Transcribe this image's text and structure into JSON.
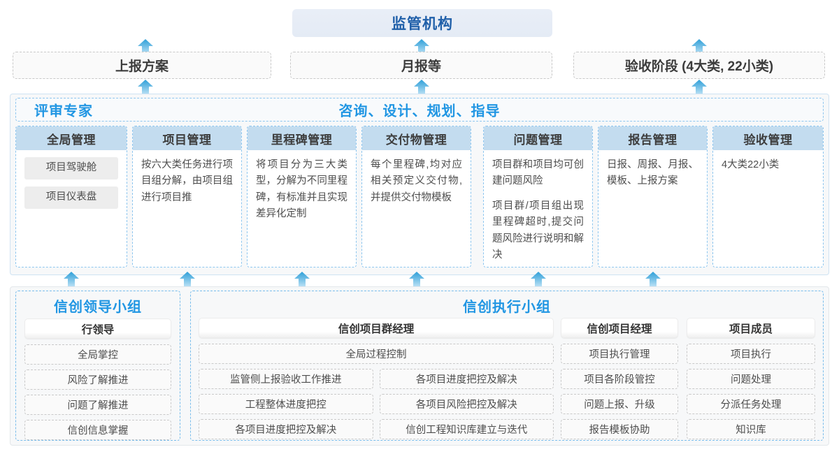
{
  "top": {
    "regulator": "监管机构"
  },
  "submissions": [
    {
      "label": "上报方案"
    },
    {
      "label": "月报等"
    },
    {
      "label": "验收阶段 (4大类, 22小类)"
    }
  ],
  "middle": {
    "header_left": "评审专家",
    "header_center": "咨询、设计、规划、指导",
    "columns": [
      {
        "title": "全局管理",
        "chips": [
          "项目驾驶舱",
          "项目仪表盘"
        ],
        "paragraphs": []
      },
      {
        "title": "项目管理",
        "chips": [],
        "paragraphs": [
          "按六大类任务进行项目组分解，由项目组进行项目推"
        ]
      },
      {
        "title": "里程碑管理",
        "chips": [],
        "paragraphs": [
          "将项目分为三大类型，分解为不同里程碑，有标准并且实现差异化定制"
        ]
      },
      {
        "title": "交付物管理",
        "chips": [],
        "paragraphs": [
          "每个里程碑,均对应相关预定义交付物,并提供交付物模板"
        ]
      },
      {
        "title": "问题管理",
        "chips": [],
        "paragraphs": [
          "项目群和项目均可创建问题风险",
          "项目群/项目组出现里程碑超时,提交问题风险进行说明和解决"
        ]
      },
      {
        "title": "报告管理",
        "chips": [],
        "paragraphs": [
          "日报、周报、月报、模板、上报方案"
        ]
      },
      {
        "title": "验收管理",
        "chips": [],
        "paragraphs": [
          "4大类22小类"
        ]
      }
    ]
  },
  "bottom": {
    "leading_group": {
      "title": "信创领导小组",
      "role": "行领导",
      "items": [
        "全局掌控",
        "风险了解推进",
        "问题了解推进",
        "信创信息掌握"
      ]
    },
    "exec_group": {
      "title": "信创执行小组",
      "program_manager": {
        "role": "信创项目群经理",
        "wide_item": "全局过程控制",
        "left_items": [
          "监管侧上报验收工作推进",
          "工程整体进度把控",
          "各项目进度把控及解决"
        ],
        "right_items": [
          "各项目进度把控及解决",
          "各项目风险把控及解决",
          "信创工程知识库建立与迭代"
        ]
      },
      "project_manager": {
        "role": "信创项目经理",
        "items": [
          "项目执行管理",
          "项目各阶段管控",
          "问题上报、升级",
          "报告模板协助"
        ]
      },
      "member": {
        "role": "项目成员",
        "items": [
          "项目执行",
          "问题处理",
          "分派任务处理",
          "知识库"
        ]
      }
    }
  },
  "colors": {
    "accent_blue": "#2196e3",
    "title_blue": "#1f5fa9",
    "col_head": "#c3dcef",
    "arrow": "#4bb0e4"
  }
}
